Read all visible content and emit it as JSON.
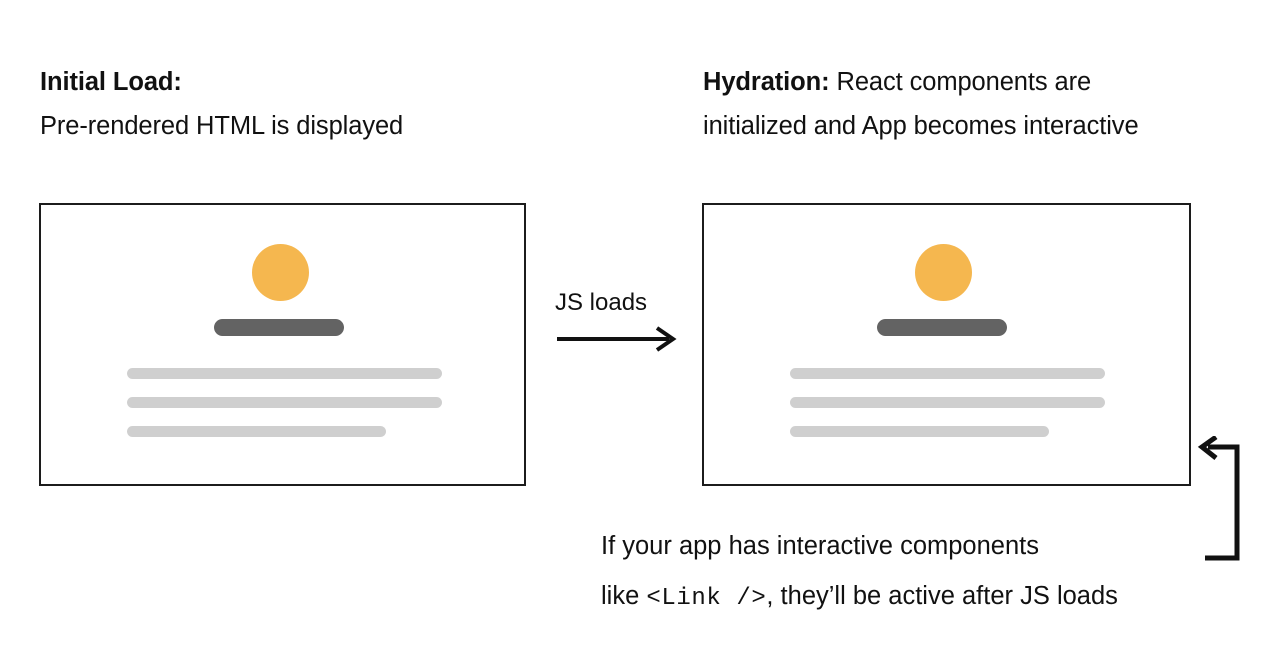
{
  "diagram": {
    "title_left": "Initial Load",
    "title_right": "Hydration",
    "left_panel": {
      "heading_lead": "Initial Load:",
      "heading_rest": "",
      "description": "Pre-rendered HTML is displayed",
      "card": {
        "name": "pre-rendered-html-preview",
        "avatar_icon": "circle-avatar-placeholder",
        "heading_placeholder": "heading-skeleton-bar",
        "text_placeholders": [
          "text-skeleton-bar-1",
          "text-skeleton-bar-2",
          "text-skeleton-bar-3"
        ]
      }
    },
    "right_panel": {
      "heading_lead": "Hydration:",
      "heading_rest": " React components are",
      "description": "initialized and App becomes interactive",
      "card": {
        "name": "hydrated-app-preview",
        "avatar_icon": "circle-avatar-placeholder",
        "heading_placeholder": "heading-skeleton-bar",
        "text_placeholders": [
          "text-skeleton-bar-1",
          "text-skeleton-bar-2",
          "text-skeleton-bar-3"
        ]
      }
    },
    "transition": {
      "label": "JS loads",
      "arrow_icon": "arrow-right-icon"
    },
    "loop": {
      "arrow_icon": "loop-back-arrow-icon",
      "note_line_1": "If your app has interactive components",
      "note_line_2_before": "like ",
      "note_line_2_code": "<Link />",
      "note_line_2_after": ", they’ll be active after JS loads"
    },
    "colors": {
      "accent_orange": "#f5b74f",
      "heading_bar_gray": "#636363",
      "text_bar_gray": "#cfcfcf",
      "border_black": "#1c1c1c",
      "text_black": "#111111",
      "background": "#ffffff"
    }
  }
}
